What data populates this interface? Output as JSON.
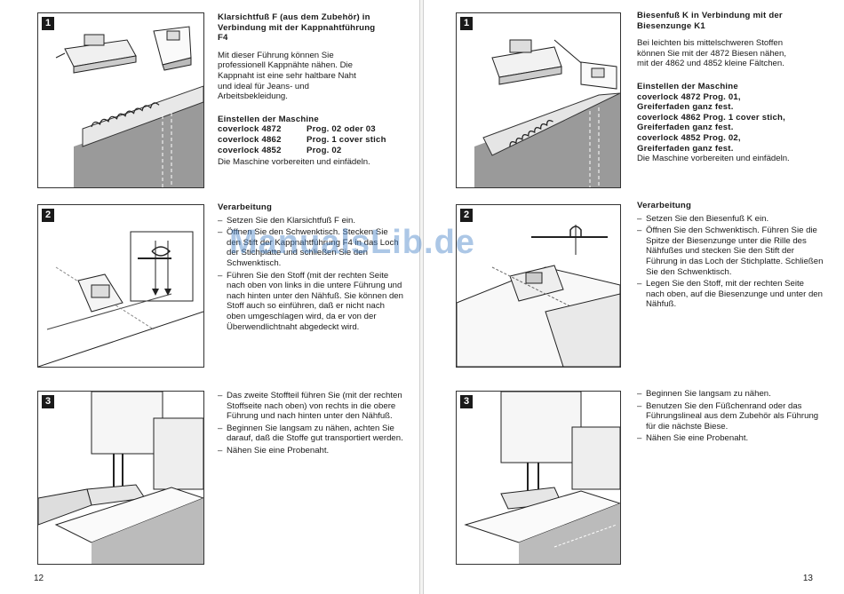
{
  "left_page": {
    "number": "12",
    "sections": [
      {
        "badge": "1",
        "title_lines": [
          "Klarsichtfuß F (aus dem Zubehör) in",
          "Verbindung mit der Kappnahtführung",
          "F4"
        ],
        "body_lines": [
          "Mit dieser Führung können Sie",
          "professionell Kappnähte nähen. Die",
          "Kappnaht ist eine sehr haltbare Naht",
          "und ideal für Jeans- und",
          "Arbeitsbekleidung."
        ],
        "settings_title": "Einstellen der Maschine",
        "settings": [
          {
            "model": "coverlock 4872",
            "program": "Prog. 02 oder 03"
          },
          {
            "model": "coverlock 4862",
            "program": "Prog. 1 cover stich"
          },
          {
            "model": "coverlock 4852",
            "program": "Prog. 02"
          }
        ],
        "footer": "Die Maschine vorbereiten und einfädeln."
      },
      {
        "badge": "2",
        "title": "Verarbeitung",
        "items": [
          "Setzen Sie den Klarsichtfuß F ein.",
          "Öffnen Sie den Schwenktisch. Stecken Sie den Stift der Kappnahtführung F4 in das Loch der Stichplatte und schließen Sie den Schwenktisch.",
          "Führen Sie den Stoff (mit der rechten Seite nach oben von links in die untere Führung und nach hinten unter den Nähfuß. Sie können den Stoff auch so einführen, daß er nicht nach oben umgeschlagen wird, da er von der Überwendlichtnaht abgedeckt wird."
        ]
      },
      {
        "badge": "3",
        "items": [
          "Das zweite Stoffteil führen Sie (mit der rechten Stoffseite nach oben) von rechts in die obere Führung und nach hinten unter den Nähfuß.",
          "Beginnen Sie langsam zu nähen, achten Sie darauf, daß die Stoffe gut transportiert werden.",
          "Nähen Sie eine Probenaht."
        ]
      }
    ]
  },
  "right_page": {
    "number": "13",
    "sections": [
      {
        "badge": "1",
        "title_lines": [
          "Biesenfuß K in Verbindung mit der",
          "Biesenzunge K1"
        ],
        "body_lines": [
          "Bei leichten bis mittelschweren Stoffen",
          "können Sie mit der 4872 Biesen nähen,",
          "mit der 4862 und 4852 kleine Fältchen."
        ],
        "settings_title": "Einstellen der Maschine",
        "settings_lines": [
          "coverlock 4872 Prog. 01,",
          "Greiferfaden ganz fest.",
          "coverlock 4862 Prog. 1 cover stich,",
          "Greiferfaden ganz fest.",
          "coverlock 4852 Prog. 02,",
          "Greiferfaden ganz fest."
        ],
        "footer": "Die Maschine vorbereiten und einfädeln."
      },
      {
        "badge": "2",
        "title": "Verarbeitung",
        "items": [
          "Setzen Sie den Biesenfuß K ein.",
          "Öffnen Sie den Schwenktisch. Führen Sie die Spitze der Biesenzunge unter die Rille des Nähfußes und stecken Sie den Stift der Führung in das Loch der Stichplatte. Schließen Sie den Schwenktisch.",
          "Legen Sie den Stoff, mit der rechten Seite nach oben, auf die Biesenzunge und unter den Nähfuß."
        ]
      },
      {
        "badge": "3",
        "items": [
          "Beginnen Sie langsam zu nähen.",
          "Benutzen Sie den Füßchenrand oder das Führungslineal aus dem Zubehör als Führung für die nächste Biese.",
          "Nähen Sie eine Probenaht."
        ]
      }
    ]
  },
  "watermark": "ManualsLib.de"
}
